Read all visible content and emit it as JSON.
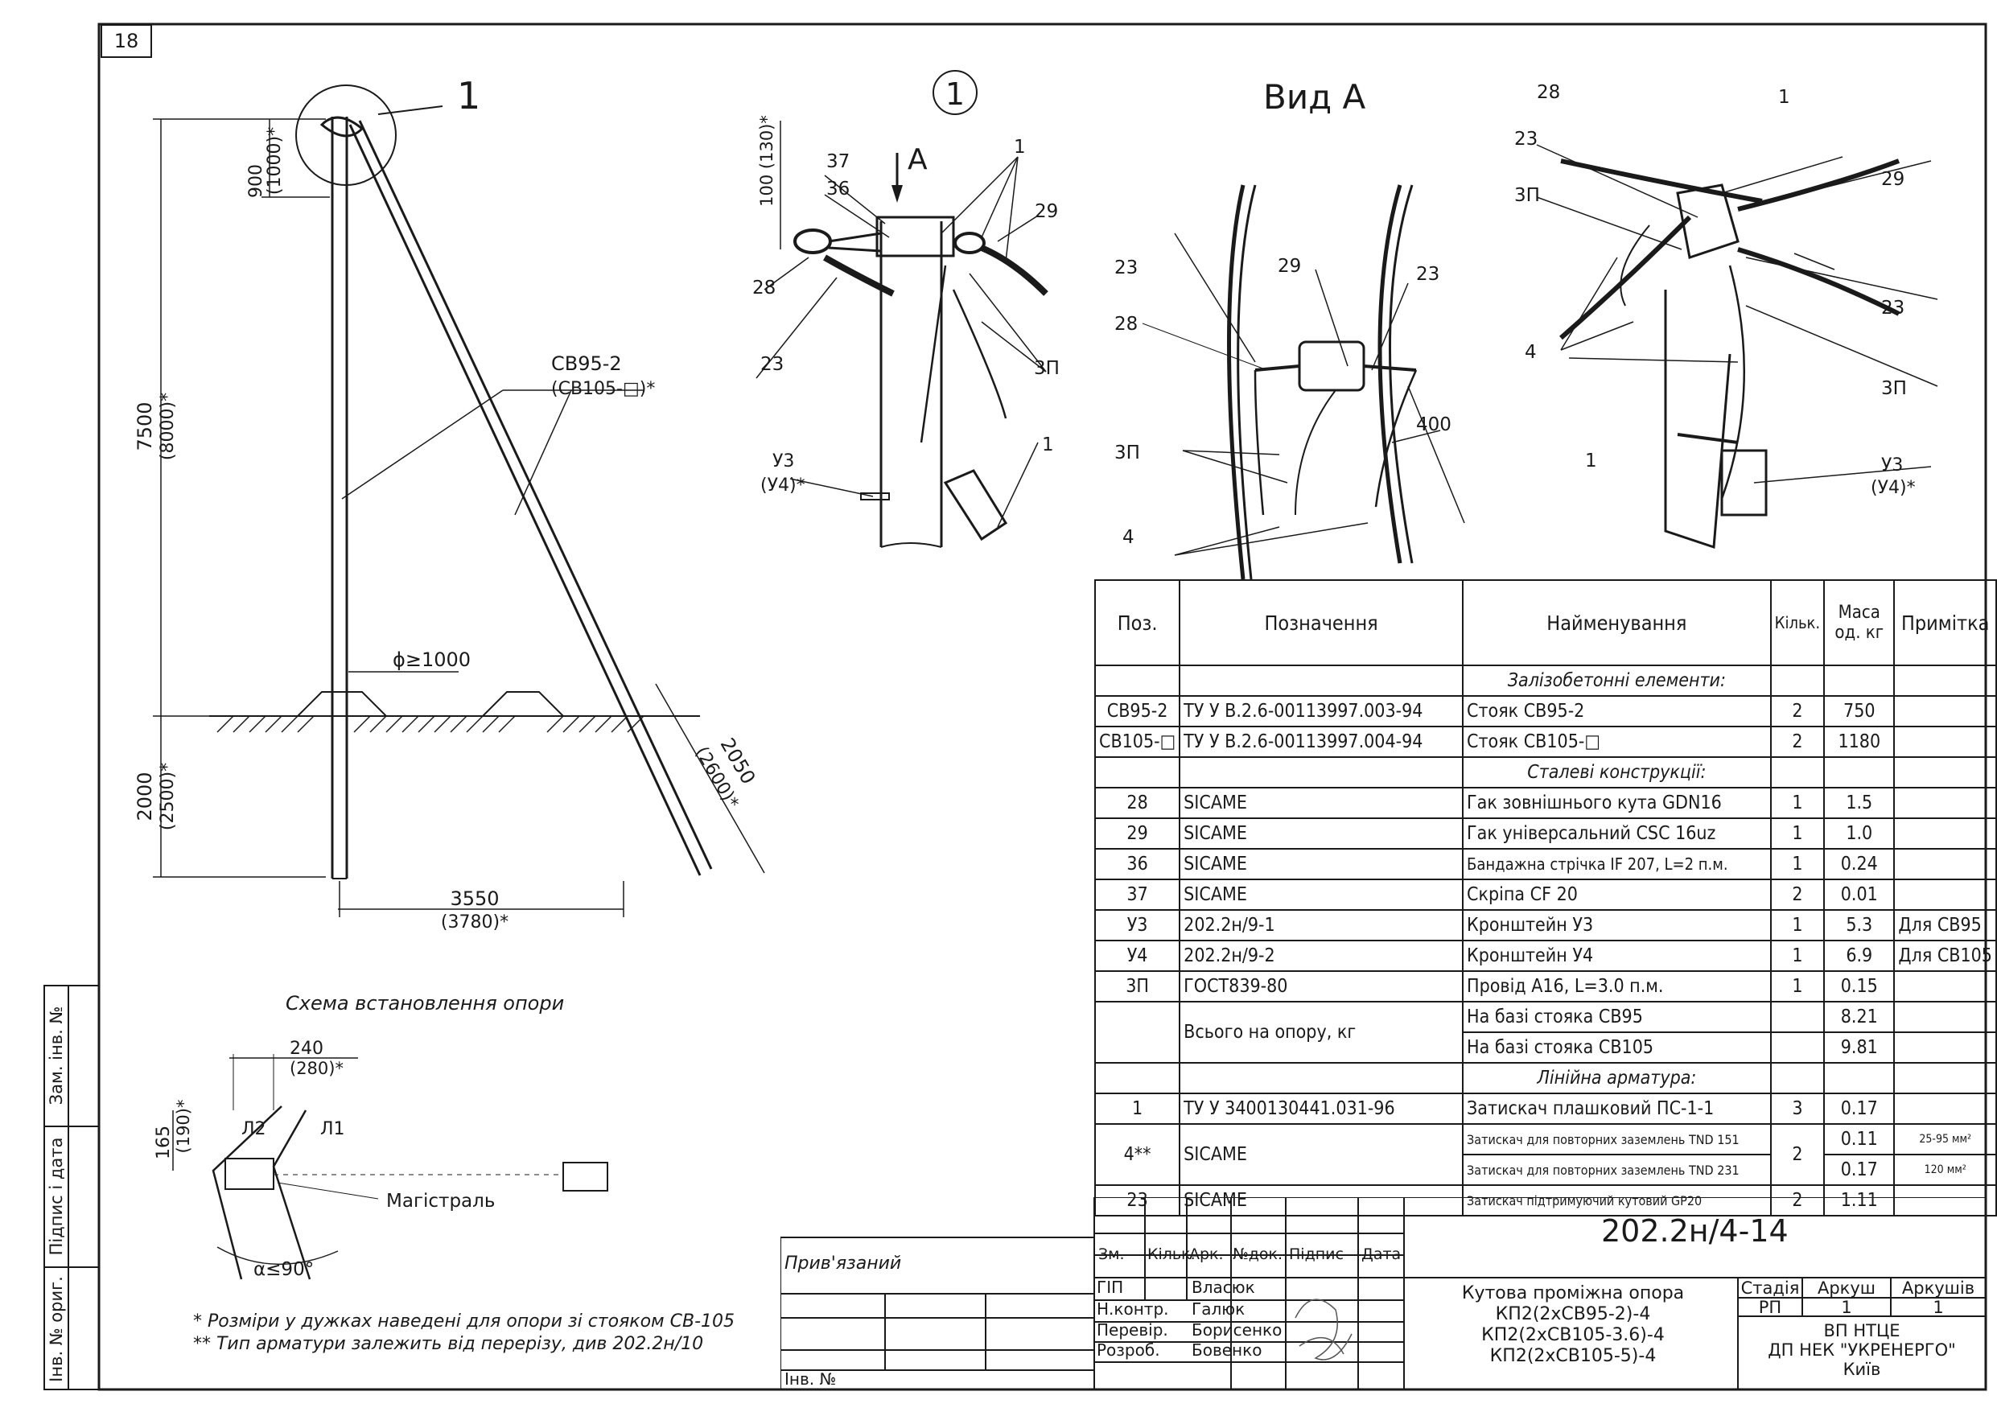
{
  "sheet_number": "18",
  "main_view": {
    "callout": "1",
    "dims": {
      "top_dim": "900",
      "top_dim_alt": "(1000)*",
      "height_dim": "7500",
      "height_dim_alt": "(8000)*",
      "depth_dim": "2000",
      "depth_dim_alt": "(2500)*",
      "strut_depth": "2050",
      "strut_depth_alt": "(2600)*",
      "base_dim": "3550",
      "base_dim_alt": "(3780)*",
      "diameter": "ϕ≥1000"
    },
    "pole_label": "СВ95-2",
    "pole_label_alt": "(СВ105-□)*"
  },
  "detail_view": {
    "callout": "1",
    "arrow_label": "А",
    "dim_top": "100 (130)*",
    "labels": [
      "37",
      "36",
      "1",
      "29",
      "28",
      "23",
      "3П",
      "1",
      "У3",
      "(У4)*"
    ]
  },
  "view_a": {
    "title": "Вид А",
    "labels": [
      "23",
      "29",
      "23",
      "28",
      "400",
      "3П",
      "4"
    ]
  },
  "iso_view": {
    "labels": [
      "28",
      "1",
      "23",
      "29",
      "3П",
      "4",
      "23",
      "3П",
      "1",
      "У3",
      "(У4)*"
    ]
  },
  "scheme": {
    "title": "Схема встановлення опори",
    "dim_top": "240",
    "dim_top_alt": "(280)*",
    "dim_side": "165",
    "dim_side_alt": "(190)*",
    "line2": "Л2",
    "line1": "Л1",
    "mains": "Магістраль",
    "angle": "α≤90°"
  },
  "notes": [
    "* Розміри у дужках наведені для опори зі стояком СВ-105",
    "** Тип арматури залежить від перерізу, див 202.2н/10"
  ],
  "spec_table": {
    "headers": [
      "Поз.",
      "Позначення",
      "Найменування",
      "Кільк.",
      "Маса од. кг",
      "Примітка"
    ],
    "section1": "Залізобетонні елементи:",
    "rows1": [
      [
        "СВ95-2",
        "ТУ У В.2.6-00113997.003-94",
        "Стояк СВ95-2",
        "2",
        "750",
        ""
      ],
      [
        "СВ105-□",
        "ТУ У В.2.6-00113997.004-94",
        "Стояк СВ105-□",
        "2",
        "1180",
        ""
      ]
    ],
    "section2": "Сталеві конструкції:",
    "rows2": [
      [
        "28",
        "SICAME",
        "Гак зовнішнього кута GDN16",
        "1",
        "1.5",
        ""
      ],
      [
        "29",
        "SICAME",
        "Гак універсальний CSC 16uz",
        "1",
        "1.0",
        ""
      ],
      [
        "36",
        "SICAME",
        "Бандажна стрічка IF 207, L=2 п.м.",
        "1",
        "0.24",
        ""
      ],
      [
        "37",
        "SICAME",
        "Скріпа CF 20",
        "2",
        "0.01",
        ""
      ],
      [
        "У3",
        "202.2н/9-1",
        "Кронштейн У3",
        "1",
        "5.3",
        "Для СВ95"
      ],
      [
        "У4",
        "202.2н/9-2",
        "Кронштейн У4",
        "1",
        "6.9",
        "Для СВ105"
      ],
      [
        "3П",
        "ГОСТ839-80",
        "Провід А16, L=3.0 п.м.",
        "1",
        "0.15",
        ""
      ]
    ],
    "total_label": "Всього на опору, кг",
    "total_rows": [
      [
        "На базі стояка СВ95",
        "8.21"
      ],
      [
        "На базі стояка СВ105",
        "9.81"
      ]
    ],
    "section3": "Лінійна арматура:",
    "row_1": [
      "1",
      "ТУ У 3400130441.031-96",
      "Затискач плашковий ПС-1-1",
      "3",
      "0.17",
      ""
    ],
    "row_4": {
      "pos": "4**",
      "code": "SICAME",
      "qty": "2",
      "a": [
        "Затискач для повторних заземлень TND 151",
        "0.11",
        "25-95 мм²"
      ],
      "b": [
        "Затискач для повторних заземлень TND 231",
        "0.17",
        "120 мм²"
      ]
    },
    "row_23": [
      "23",
      "SICAME",
      "Затискач підтримуючий кутовий GP20",
      "2",
      "1.11",
      ""
    ]
  },
  "title_block": {
    "doc_code": "202.2н/4-14",
    "bound": "Прив'язаний",
    "inv_no": "Інв. №",
    "header": [
      "Зм.",
      "Кільк.",
      "Арк.",
      "№док.",
      "Підпис",
      "Дата"
    ],
    "people": [
      [
        "ГІП",
        "Власюк"
      ],
      [
        "Н.контр.",
        "Галюк"
      ],
      [
        "Перевір.",
        "Борисенко"
      ],
      [
        "Розроб.",
        "Бовенко"
      ]
    ],
    "title_lines": [
      "Кутова проміжна опора",
      "КП2(2хСВ95-2)-4",
      "КП2(2хСВ105-3.6)-4",
      "КП2(2хСВ105-5)-4"
    ],
    "stage_head": [
      "Стадія",
      "Аркуш",
      "Аркушів"
    ],
    "stage_vals": [
      "РП",
      "1",
      "1"
    ],
    "org": [
      "ВП НТЦЕ",
      "ДП НЕК \"УКРЕНЕРГО\"",
      "Київ"
    ]
  },
  "side_stamp": [
    "Зам. інв. №",
    "Підпис і дата",
    "Інв. № ориг."
  ]
}
